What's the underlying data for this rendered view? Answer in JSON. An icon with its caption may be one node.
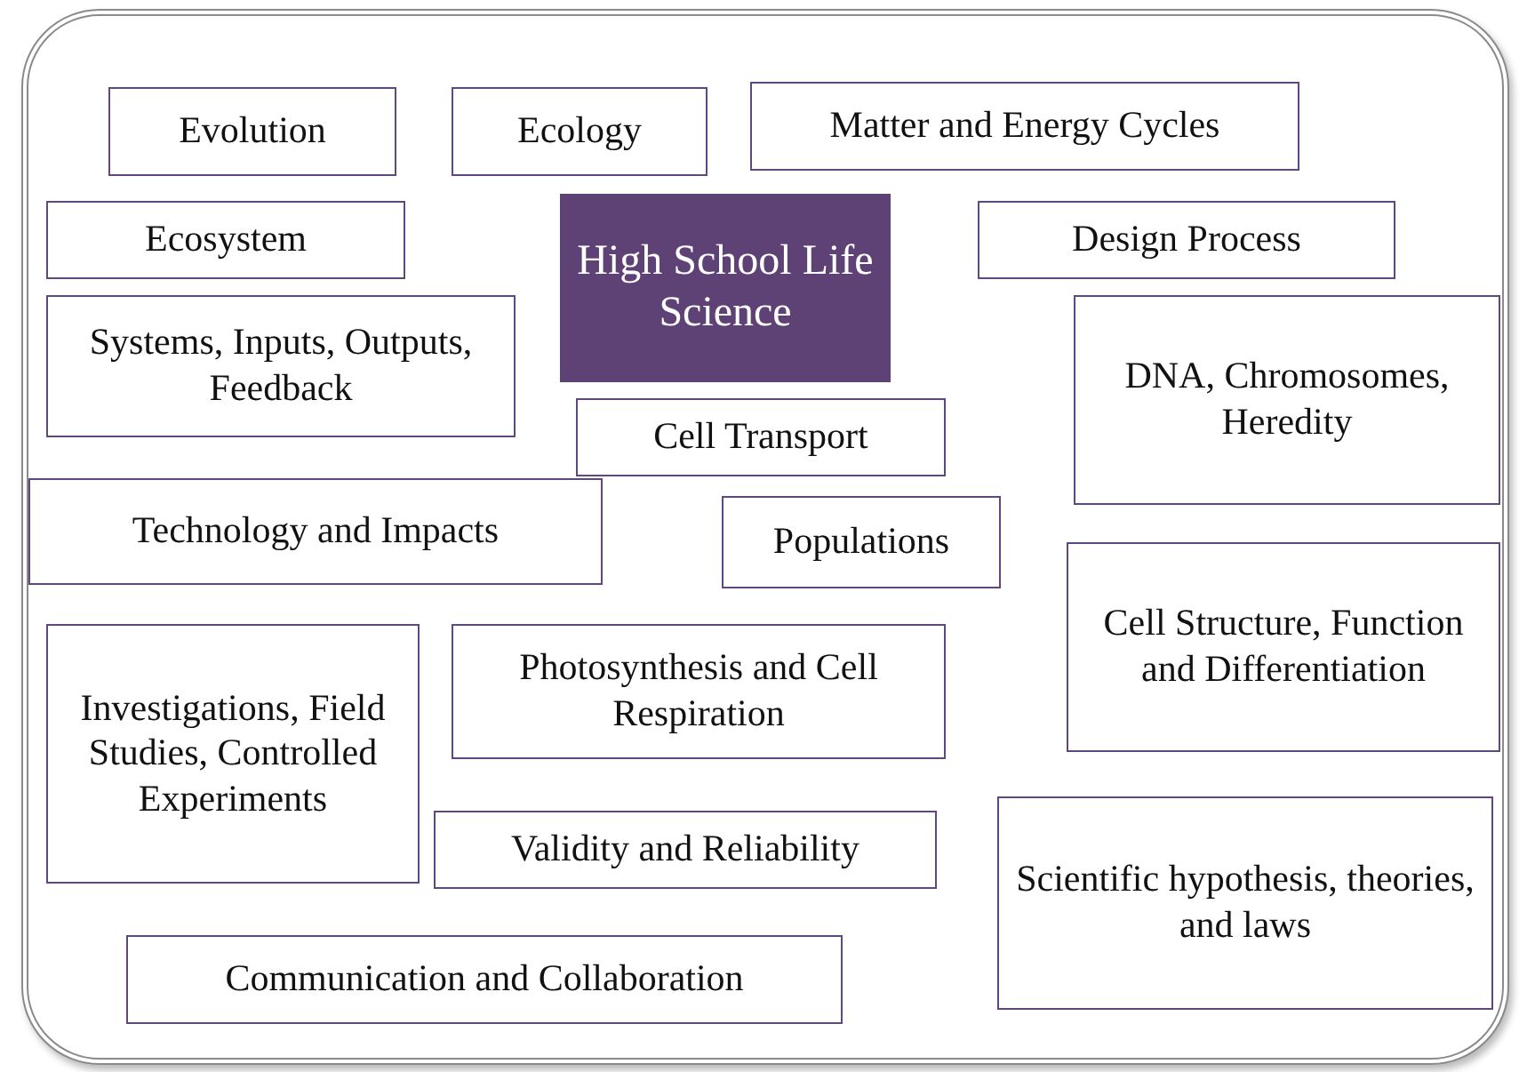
{
  "diagram": {
    "nodes": [
      {
        "text": [],
        "shape": "box"
      },
      {
        "text": [
          "Evolution"
        ],
        "in": 0
      },
      {
        "text": [
          "Ecology"
        ],
        "in": 0
      },
      {
        "text": [
          "Matter and Energy Cycles"
        ],
        "in": 0
      },
      {
        "text": [
          "Ecosystem"
        ],
        "in": 0
      },
      {
        "text": [
          "High School Life Science"
        ],
        "in": 0
      },
      {
        "text": [
          "Design Process"
        ],
        "in": 0
      },
      {
        "text": [
          "Systems, Inputs, Outputs, Feedback"
        ],
        "in": 0
      },
      {
        "text": [
          "Cell Transport"
        ],
        "in": 0
      },
      {
        "text": [
          "DNA, Chromosomes, Heredity"
        ],
        "in": 0
      },
      {
        "text": [
          "Technology and Impacts"
        ],
        "in": 0
      },
      {
        "text": [
          "Populations"
        ],
        "in": 0
      },
      {
        "text": [
          "Cell Structure, Function and Differentiation"
        ],
        "in": 0
      },
      {
        "text": [
          "Investigations, Field Studies, Controlled Experiments"
        ],
        "in": 0
      },
      {
        "text": [
          "Photosynthesis and Cell Respiration"
        ],
        "in": 0
      },
      {
        "text": [
          "Validity and Reliability"
        ],
        "in": 0
      },
      {
        "text": [
          "Scientific hypothesis, theories, and laws"
        ],
        "in": 0
      },
      {
        "text": [
          "Communication and Collaboration"
        ],
        "in": 0
      }
    ],
    "edges": []
  }
}
